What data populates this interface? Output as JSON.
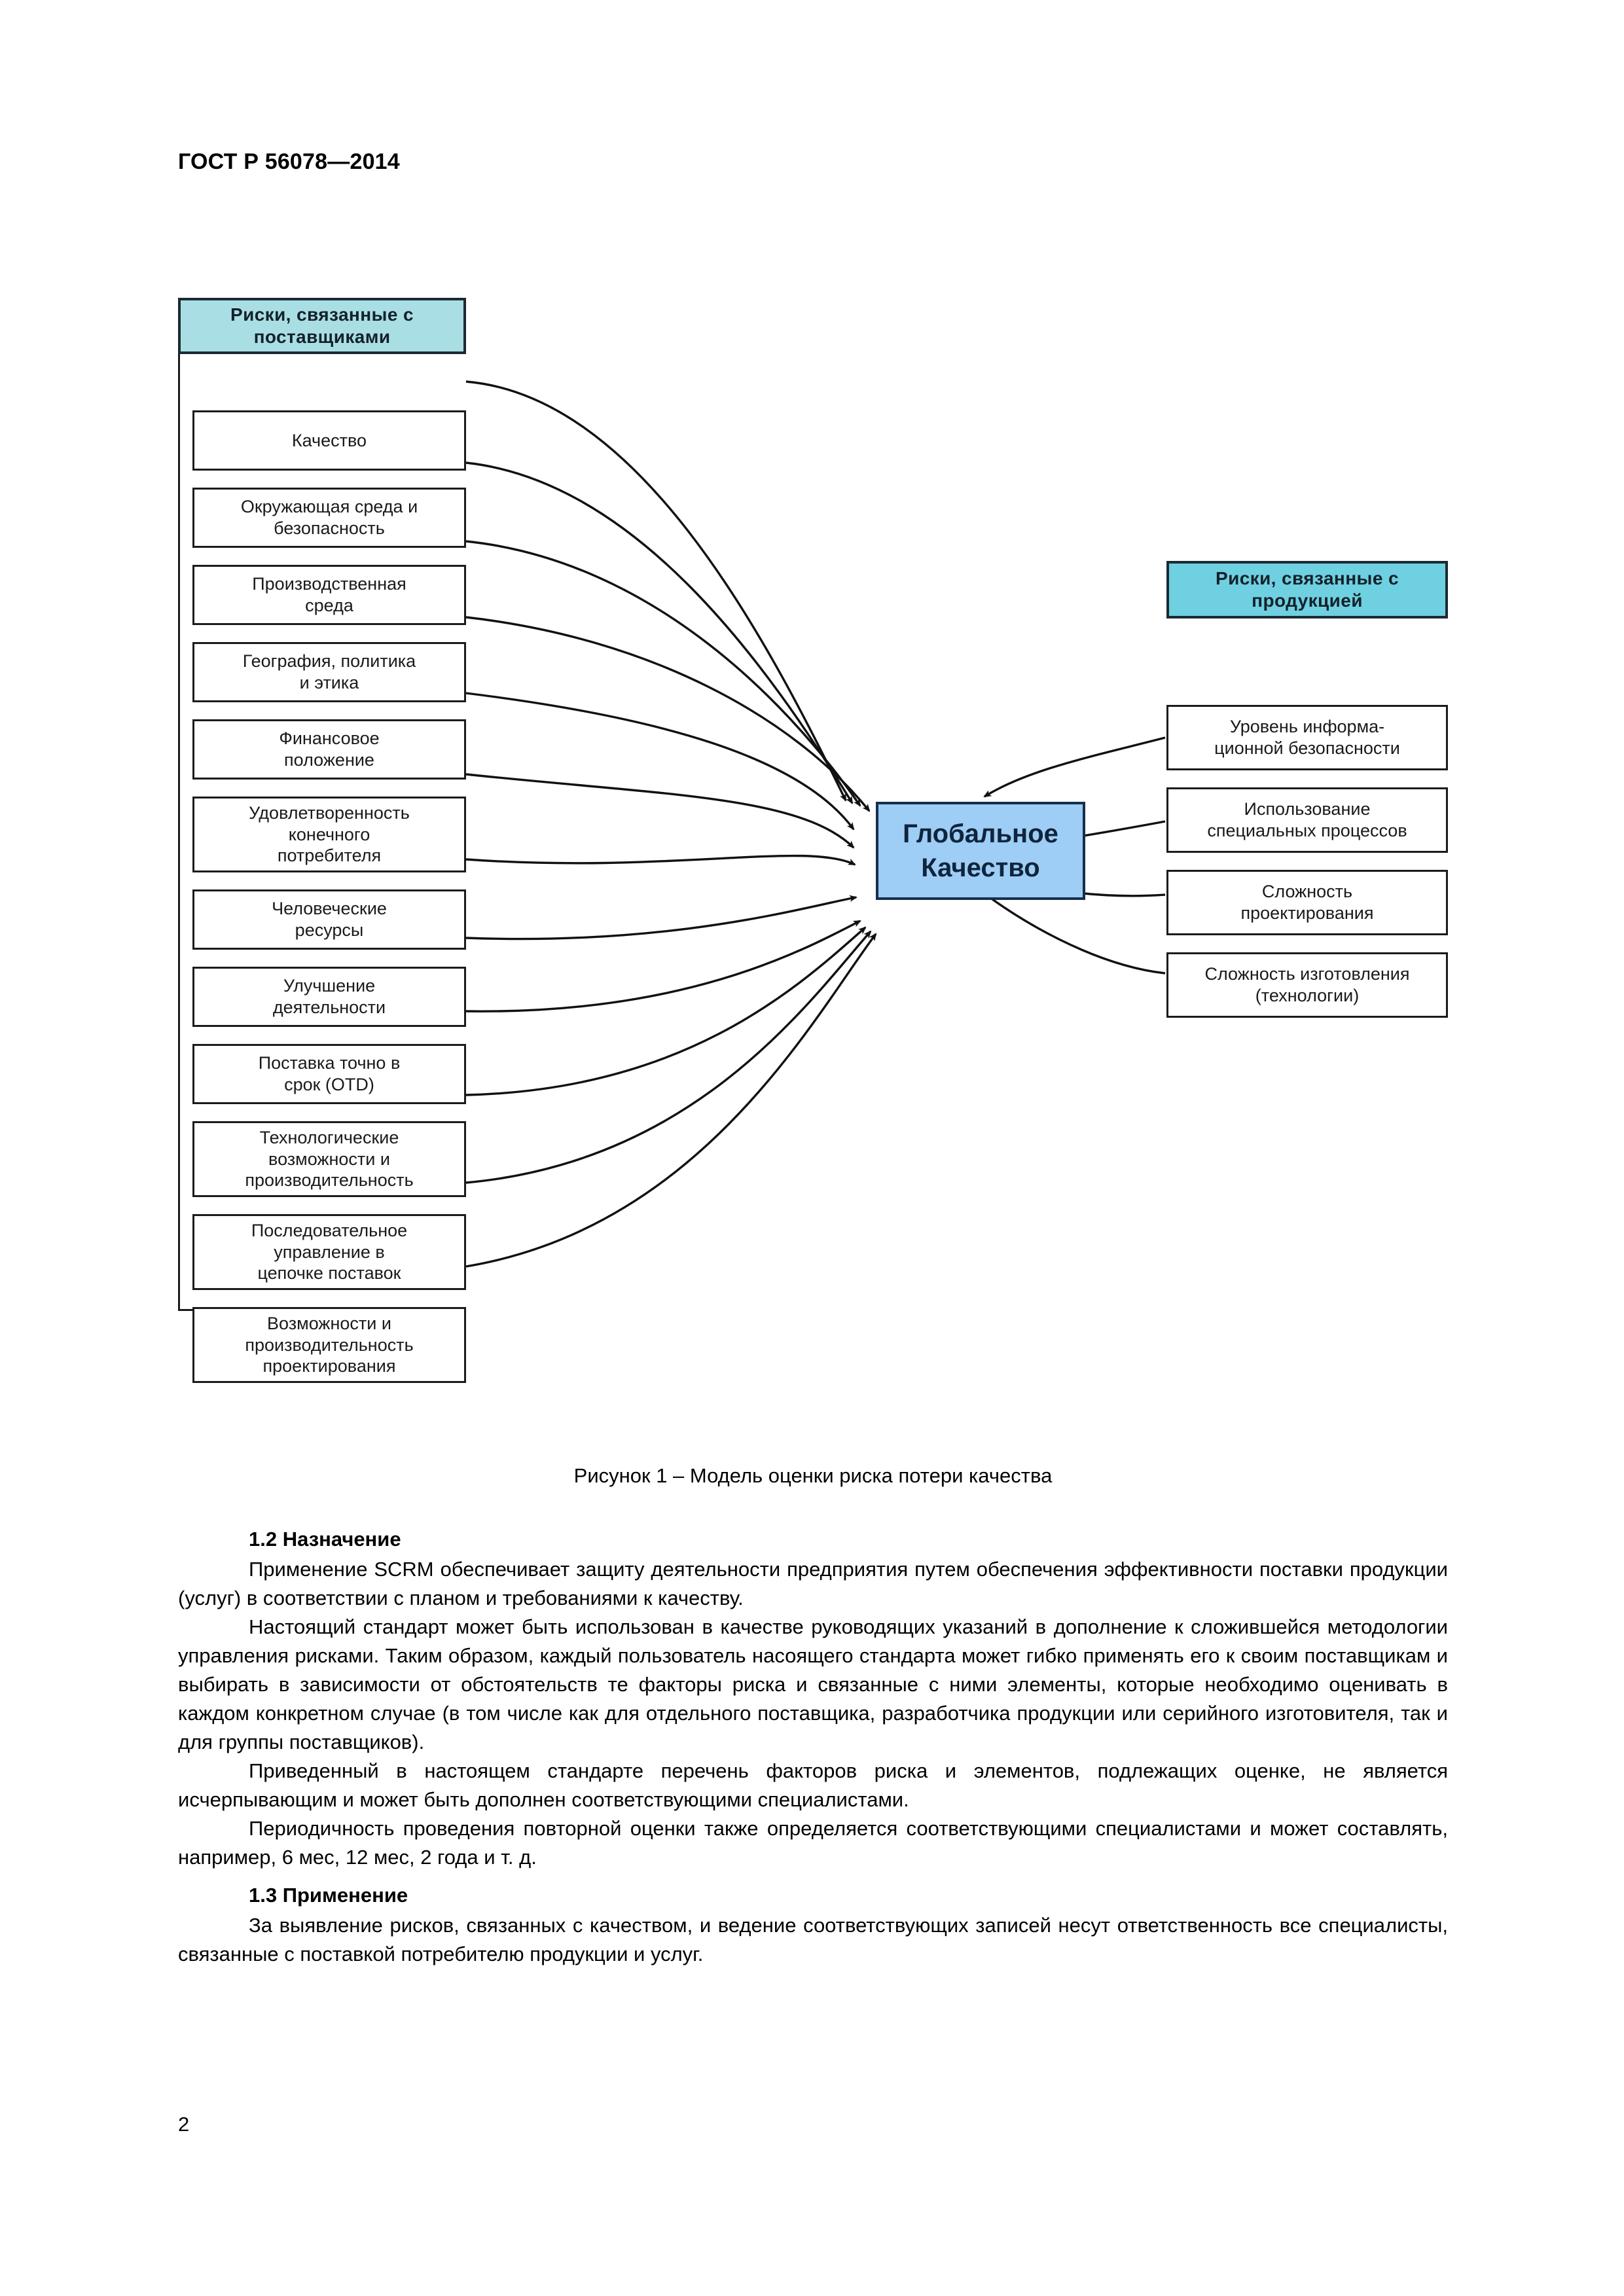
{
  "document": {
    "running_head": "ГОСТ Р 56078—2014",
    "page_number": "2"
  },
  "figure": {
    "caption": "Рисунок 1 – Модель оценки риска потери качества",
    "center_node": {
      "line1": "Глобальное",
      "line2": "Качество",
      "fill_color": "#9ecdf5"
    },
    "left_group": {
      "heading_line1": "Риски, связанные  с",
      "heading_line2": "поставщиками",
      "fill_color": "#a9dfe4",
      "items": [
        {
          "line1": "Качество"
        },
        {
          "line1": "Окружающая среда и",
          "line2": "безопасность"
        },
        {
          "line1": "Производственная",
          "line2": "среда"
        },
        {
          "line1": "География, политика",
          "line2": "и этика"
        },
        {
          "line1": "Финансовое",
          "line2": "положение"
        },
        {
          "line1": "Удовлетворенность",
          "line2": "конечного",
          "line3": "потребителя"
        },
        {
          "line1": "Человеческие",
          "line2": "ресурсы"
        },
        {
          "line1": "Улучшение",
          "line2": "деятельности"
        },
        {
          "line1": "Поставка точно в",
          "line2": "срок (OTD)"
        },
        {
          "line1": "Технологические",
          "line2": "возможности и",
          "line3": "производительность"
        },
        {
          "line1": "Последовательное",
          "line2": "управление в",
          "line3": "цепочке поставок"
        },
        {
          "line1": "Возможности и",
          "line2": "производительность",
          "line3": "проектирования"
        }
      ]
    },
    "right_group": {
      "heading_line1": "Риски, связанные  с",
      "heading_line2": "продукцией",
      "fill_color": "#6ed0e0",
      "items": [
        {
          "line1": "Уровень информа-",
          "line2": "ционной безопасности"
        },
        {
          "line1": "Использование",
          "line2": "специальных процессов"
        },
        {
          "line1": "Сложность",
          "line2": "проектирования"
        },
        {
          "line1": "Сложность изготовления",
          "line2": "(технологии)"
        }
      ]
    }
  },
  "sections": {
    "purpose": {
      "heading": "1.2 Назначение",
      "paragraphs": [
        "Применение SCRM обеспечивает защиту деятельности предприятия путем обеспечения эффективности поставки продукции (услуг) в соответствии с планом и требованиями к качеству.",
        "Настоящий стандарт может быть использован в качестве руководящих указаний в дополнение к сложившейся методологии управления рисками. Таким образом, каждый пользователь насоящего стандарта может гибко применять его к своим поставщикам и выбирать в зависимости от обстоятельств те факторы риска и связанные с ними элементы, которые необходимо оценивать в каждом конкретном случае (в том числе как для отдельного поставщика, разработчика продукции или серийного изготовителя, так и для группы поставщиков).",
        "Приведенный в настоящем стандарте перечень факторов риска и элементов, подлежащих оценке, не является исчерпывающим и может быть дополнен соответствующими специалистами.",
        "Периодичность проведения повторной оценки также определяется соответствующими специалистами и может составлять, например, 6 мес, 12 мес, 2 года и т. д."
      ]
    },
    "application": {
      "heading": "1.3 Применение",
      "paragraphs": [
        "За выявление рисков, связанных с качеством, и ведение соответствующих записей несут ответственность все специалисты, связанные с поставкой потребителю продукции и услуг."
      ]
    }
  }
}
